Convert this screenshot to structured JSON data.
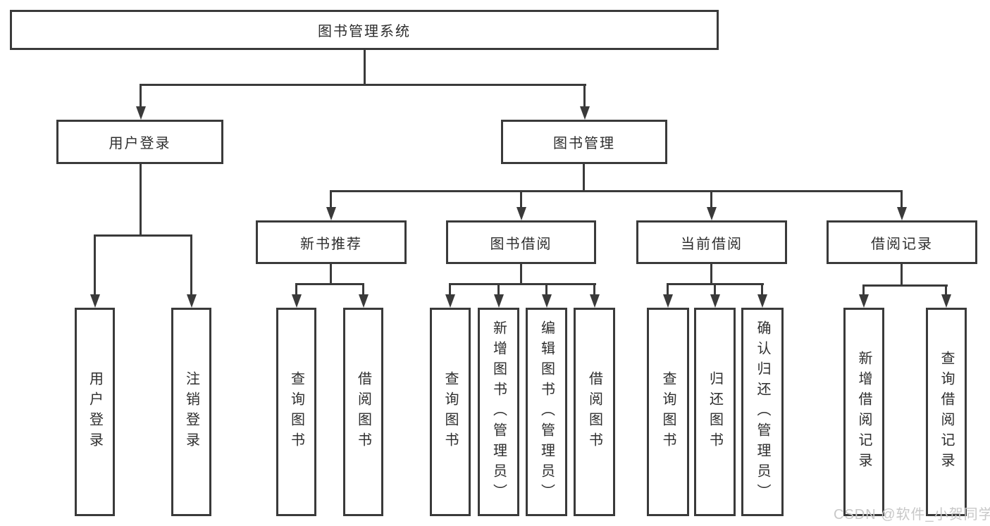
{
  "diagram": {
    "type": "tree",
    "title": "图书管理系统",
    "colors": {
      "line": "#3a3a3a",
      "text": "#2e2e2e",
      "background": "#ffffff",
      "watermark": "#c8c8c8"
    },
    "nodes": {
      "root": "图书管理系统",
      "user_login": "用户登录",
      "book_mgmt": "图书管理",
      "new_book": "新书推荐",
      "book_borrow": "图书借阅",
      "current_borrow": "当前借阅",
      "borrow_record": "借阅记录",
      "leaf_user_login": "用户登录",
      "leaf_logout": "注销登录",
      "nb_query": "查询图书",
      "nb_borrow": "借阅图书",
      "bb_query": "查询图书",
      "bb_add": "新增图书（管理员）",
      "bb_edit": "编辑图书（管理员）",
      "bb_borrow": "借阅图书",
      "cb_query": "查询图书",
      "cb_return": "归还图书",
      "cb_confirm": "确认归还（管理员）",
      "br_add": "新增借阅记录",
      "br_query": "查询借阅记录"
    },
    "hierarchy": {
      "root": {
        "user_login": [
          "leaf_user_login",
          "leaf_logout"
        ],
        "book_mgmt": {
          "new_book": [
            "nb_query",
            "nb_borrow"
          ],
          "book_borrow": [
            "bb_query",
            "bb_add",
            "bb_edit",
            "bb_borrow"
          ],
          "current_borrow": [
            "cb_query",
            "cb_return",
            "cb_confirm"
          ],
          "borrow_record": [
            "br_add",
            "br_query"
          ]
        }
      }
    },
    "watermark": "CSDN @软件_小贺同学"
  }
}
